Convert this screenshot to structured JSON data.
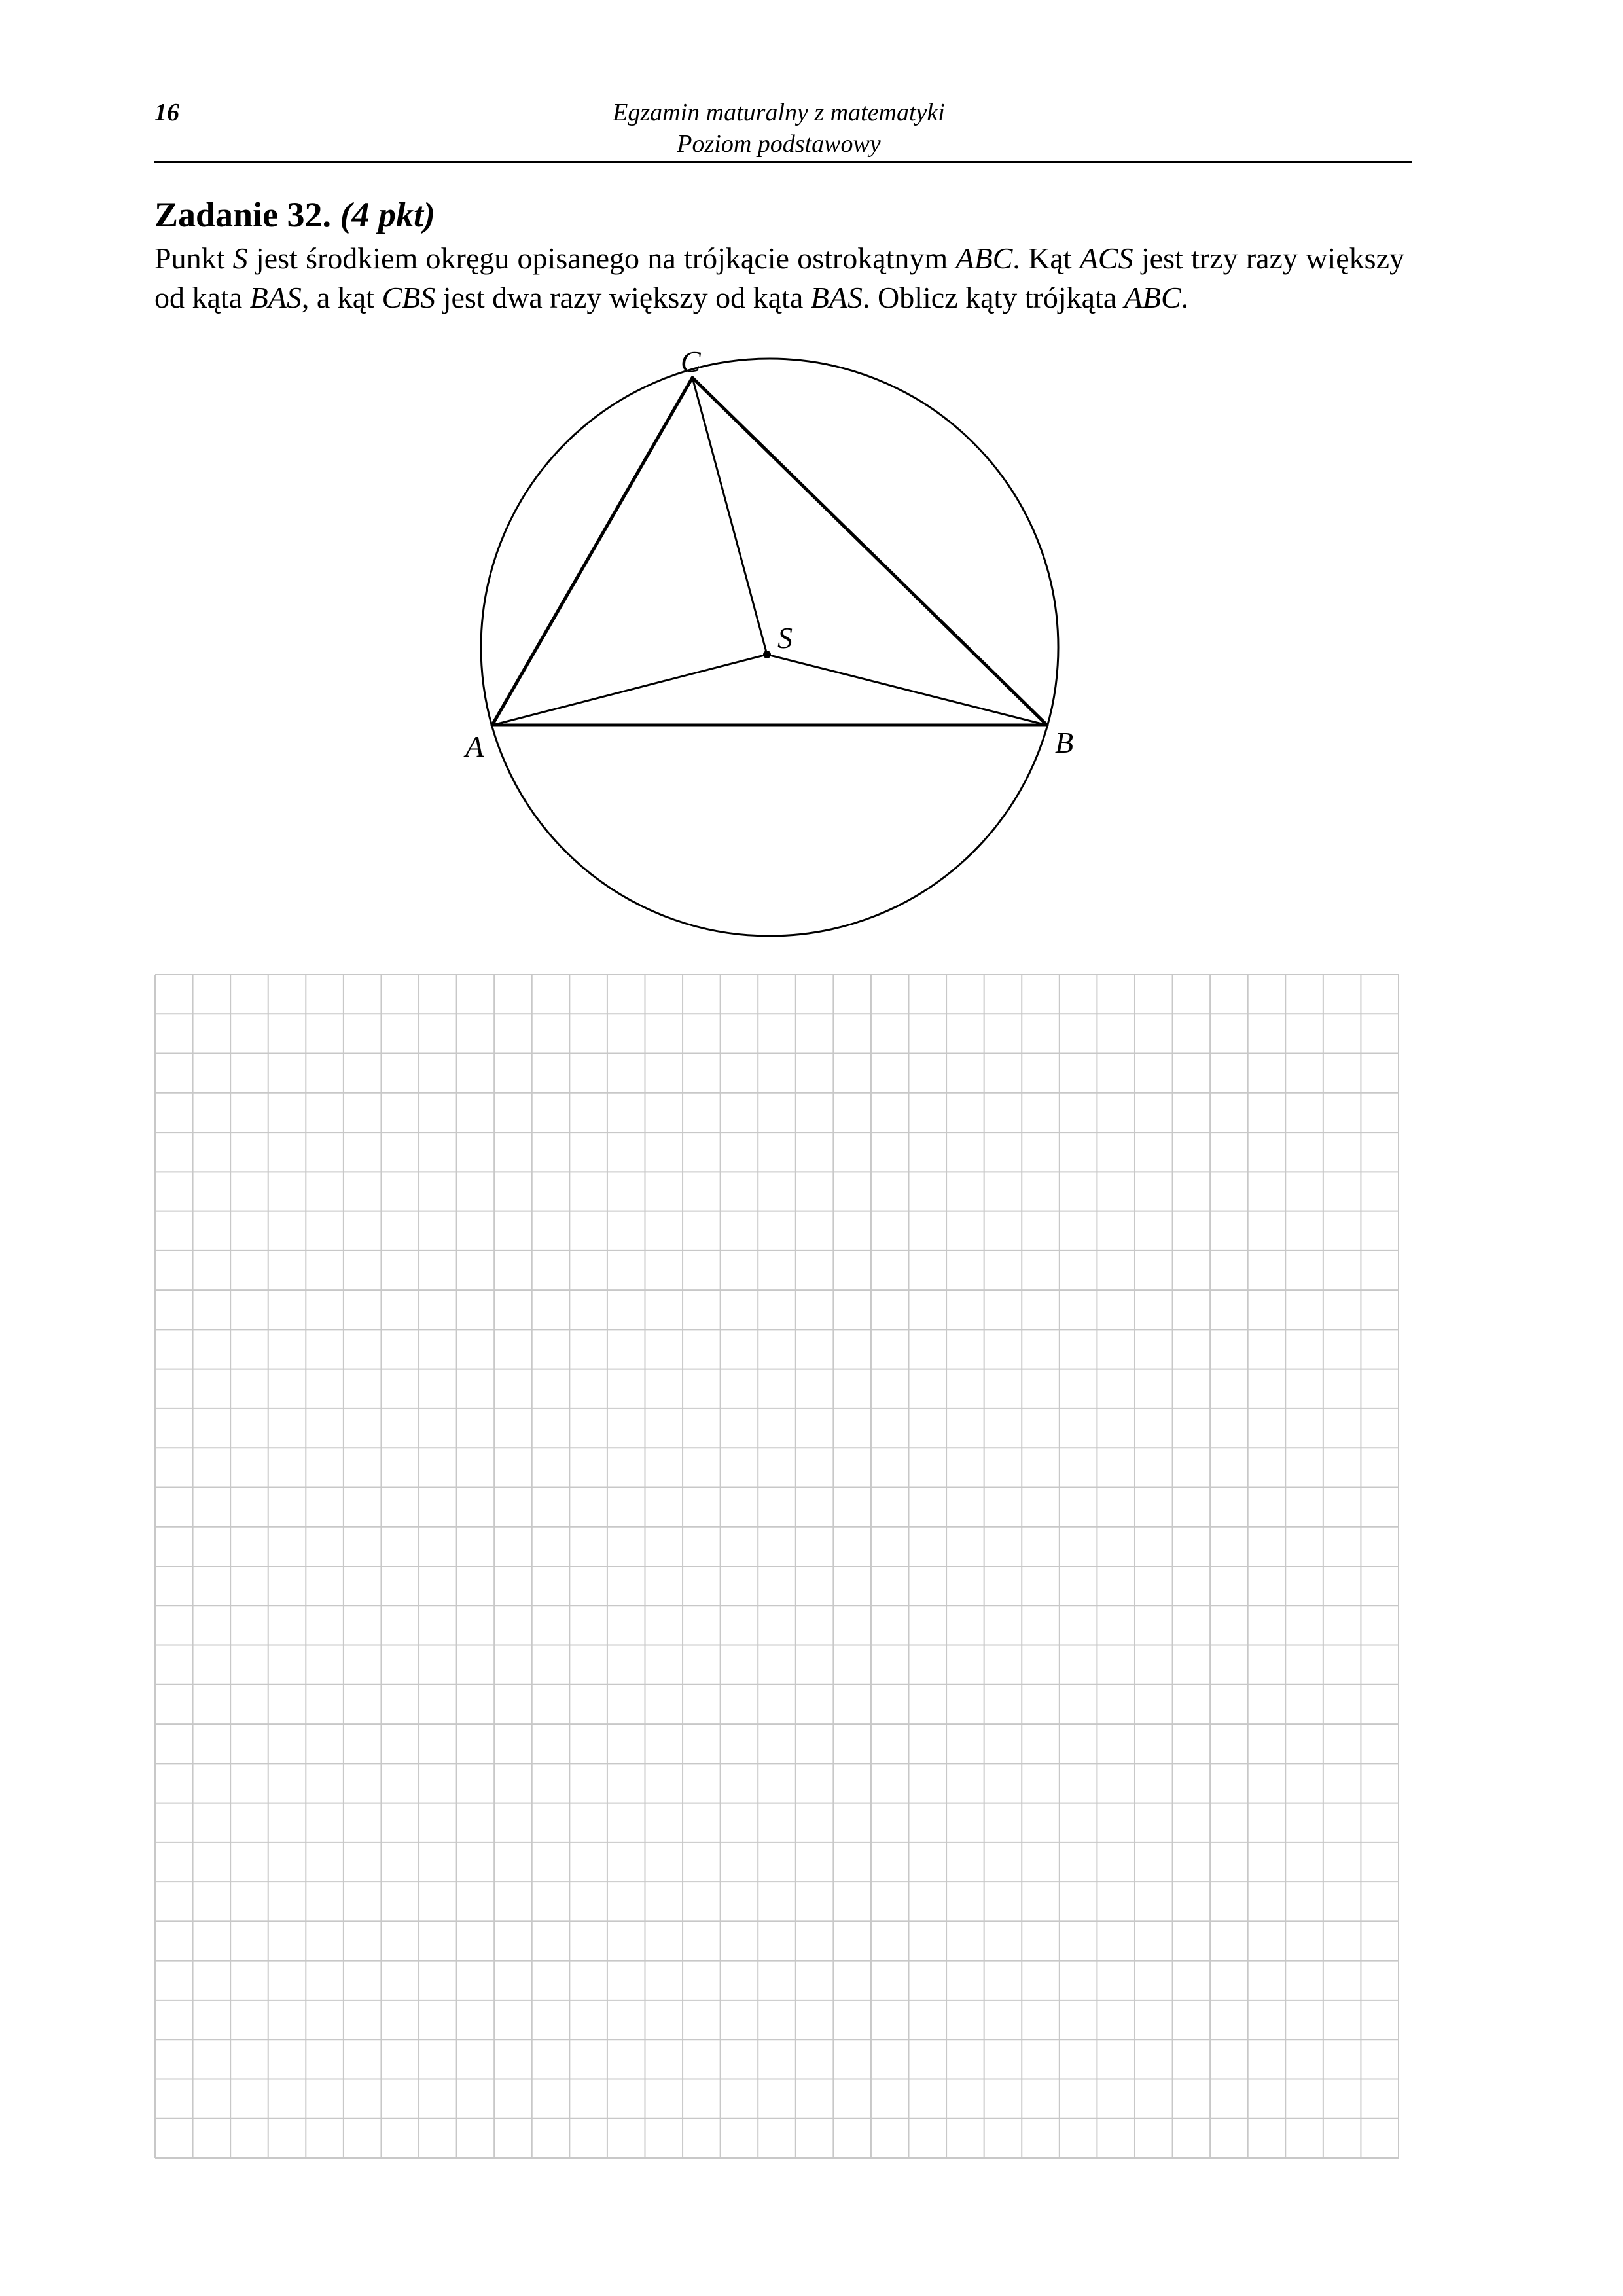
{
  "header": {
    "page_number": "16",
    "title_line1": "Egzamin maturalny z matematyki",
    "title_line2": "Poziom podstawowy"
  },
  "task": {
    "title": "Zadanie 32.",
    "points": "(4 pkt)",
    "text": [
      {
        "t": "Punkt ",
        "i": false
      },
      {
        "t": "S",
        "i": true
      },
      {
        "t": " jest środkiem okręgu opisanego na trójkącie ostrokątnym ",
        "i": false
      },
      {
        "t": "ABC",
        "i": true
      },
      {
        "t": ". Kąt ",
        "i": false
      },
      {
        "t": "ACS",
        "i": true
      },
      {
        "t": " jest trzy razy większy od kąta ",
        "i": false
      },
      {
        "t": "BAS",
        "i": true
      },
      {
        "t": ", a kąt ",
        "i": false
      },
      {
        "t": "CBS",
        "i": true
      },
      {
        "t": " jest dwa razy większy od kąta ",
        "i": false
      },
      {
        "t": "BAS",
        "i": true
      },
      {
        "t": ". Oblicz kąty trójkąta ",
        "i": false
      },
      {
        "t": "ABC",
        "i": true
      },
      {
        "t": ".",
        "i": false
      }
    ]
  },
  "figure": {
    "labels": {
      "A": "A",
      "B": "B",
      "C": "C",
      "S": "S"
    }
  },
  "answer_grid": {
    "columns": 33,
    "rows": 30,
    "line_color": "#c8c8c8"
  }
}
